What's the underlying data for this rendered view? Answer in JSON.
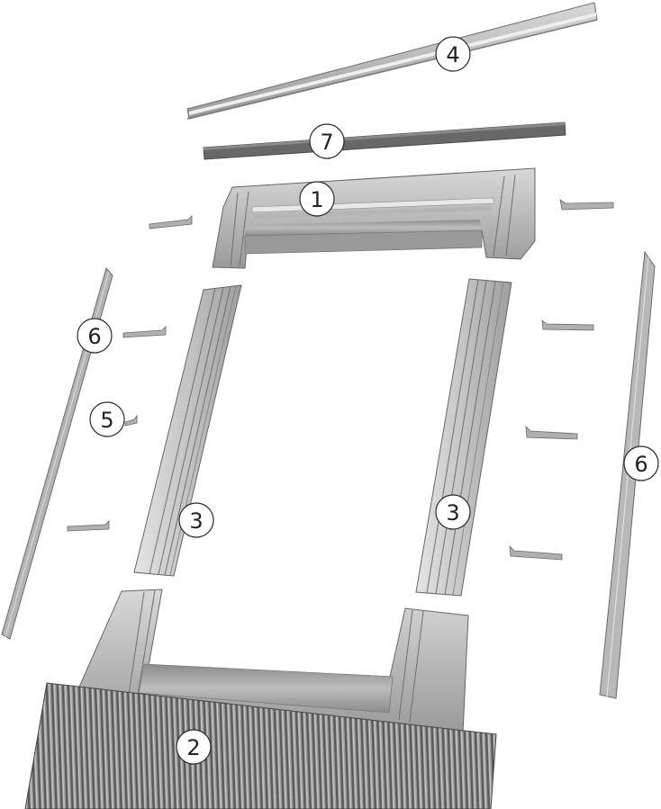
{
  "diagram": {
    "callouts": {
      "c1": "1",
      "c2": "2",
      "c3a": "3",
      "c3b": "3",
      "c4": "4",
      "c5": "5",
      "c6a": "6",
      "c6b": "6",
      "c7": "7"
    },
    "colors": {
      "metal_light": "#c9c9c9",
      "metal_mid": "#a9a9a9",
      "metal_dark": "#7d7d7d",
      "gasket": "#6a6a6a",
      "pleat_dark": "#5a5a5a",
      "outline": "#555555"
    }
  }
}
